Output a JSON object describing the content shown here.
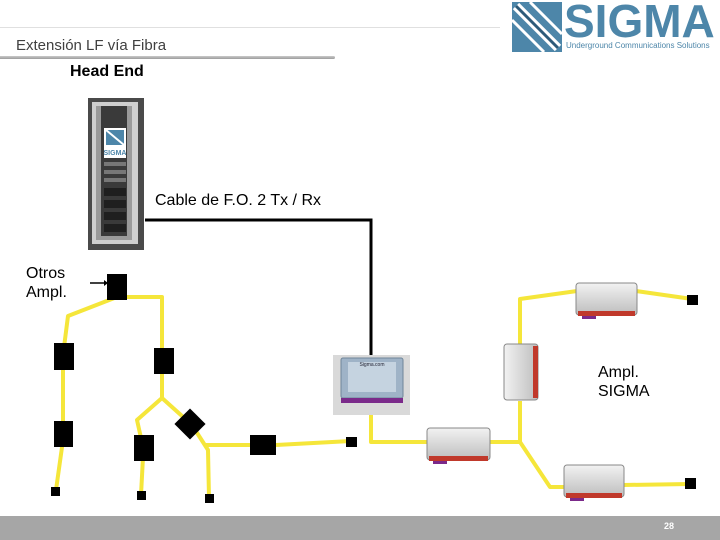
{
  "header": {
    "title": "Extensión LF vía Fibra"
  },
  "logo": {
    "name": "SIGMA",
    "tagline": "Underground Communications Solutions"
  },
  "labels": {
    "head_end": "Head End",
    "cable": "Cable de F.O. 2 Tx / Rx",
    "otros_line1": "Otros",
    "otros_line2": "Ampl.",
    "sigma_amp_line1": "Ampl.",
    "sigma_amp_line2": "SIGMA",
    "rack_logo": "SIGMA",
    "fiber_box": "Sigma.com"
  },
  "colors": {
    "cable_yellow": "#f5e63a",
    "fiber_black": "#000000",
    "accent_blue": "#4d86a9"
  },
  "footer": {
    "page_number": "28"
  }
}
